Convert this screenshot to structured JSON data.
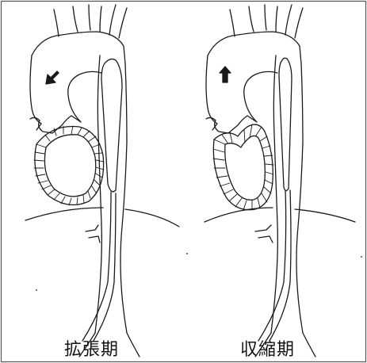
{
  "panels": [
    {
      "caption": "拡張期",
      "arrow_direction": "down-left"
    },
    {
      "caption": "収縮期",
      "arrow_direction": "up"
    }
  ],
  "colors": {
    "line": "#1a1a1a",
    "frame": "#555555",
    "background": "#ffffff"
  }
}
